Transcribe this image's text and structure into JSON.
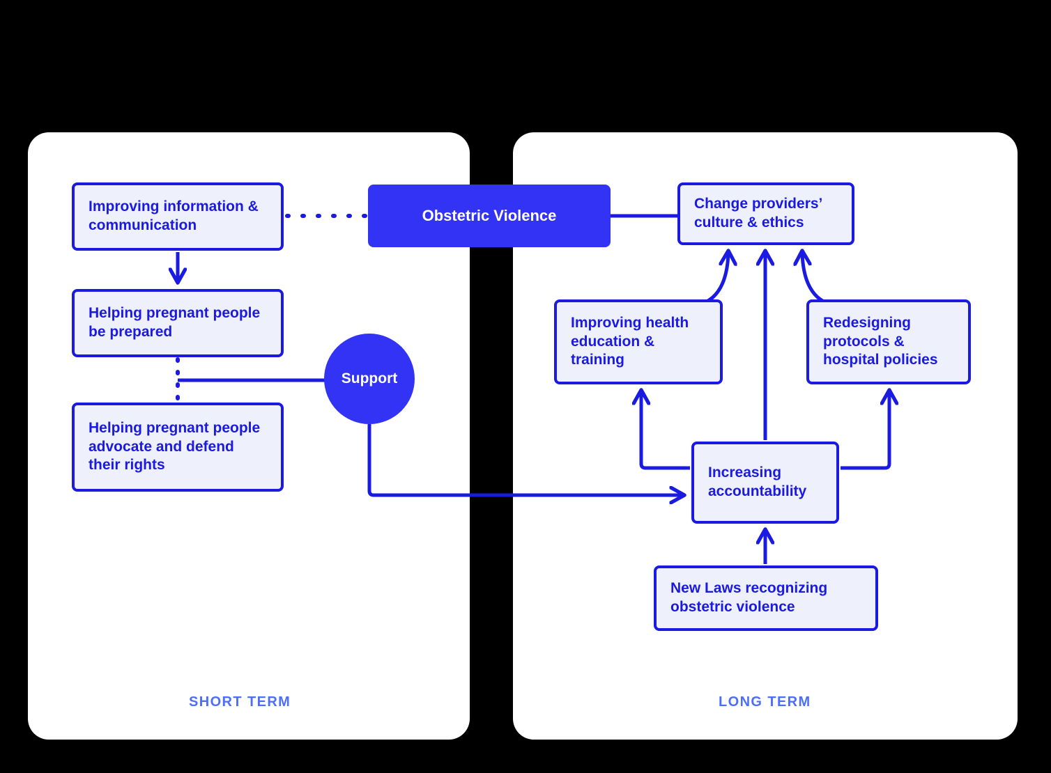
{
  "diagram": {
    "title": "Obstetric Violence intervention pathways",
    "colors": {
      "accent": "#3333f5",
      "node_border": "#1a1ae0",
      "node_fill": "#eef0fb",
      "panel_label": "#4d6ff5",
      "panel_bg": "#ffffff",
      "page_bg": "#000000"
    }
  },
  "panels": {
    "short": {
      "label": "SHORT TERM"
    },
    "long": {
      "label": "LONG TERM"
    }
  },
  "hub": {
    "label": "Obstetric Violence"
  },
  "support": {
    "label": "Support"
  },
  "nodes": {
    "info": {
      "label": "Improving information & communication"
    },
    "prepared": {
      "label": "Helping pregnant people be prepared"
    },
    "advocate": {
      "label": "Helping pregnant people advocate and defend their rights"
    },
    "culture": {
      "label": "Change providers’ culture & ethics"
    },
    "education": {
      "label": "Improving health education & training"
    },
    "redesign": {
      "label": "Redesigning protocols & hospital policies"
    },
    "accountability": {
      "label": "Increasing accountability"
    },
    "newlaws": {
      "label": "New Laws recognizing obstetric violence"
    }
  },
  "edges": [
    {
      "from": "info",
      "to": "hub",
      "style": "dotted"
    },
    {
      "from": "info",
      "to": "prepared",
      "style": "solid-arrow"
    },
    {
      "from": "prepared",
      "to": "advocate",
      "style": "dotted"
    },
    {
      "from": "support",
      "to": "prepared-advocate-link",
      "style": "solid"
    },
    {
      "from": "support",
      "to": "accountability",
      "style": "solid-arrow"
    },
    {
      "from": "hub",
      "to": "culture",
      "style": "solid"
    },
    {
      "from": "education",
      "to": "culture",
      "style": "curved-arrow"
    },
    {
      "from": "accountability",
      "to": "culture",
      "style": "solid-arrow"
    },
    {
      "from": "redesign",
      "to": "culture",
      "style": "curved-arrow"
    },
    {
      "from": "accountability",
      "to": "education",
      "style": "elbow-arrow"
    },
    {
      "from": "accountability",
      "to": "redesign",
      "style": "elbow-arrow"
    },
    {
      "from": "newlaws",
      "to": "accountability",
      "style": "solid-arrow"
    }
  ]
}
